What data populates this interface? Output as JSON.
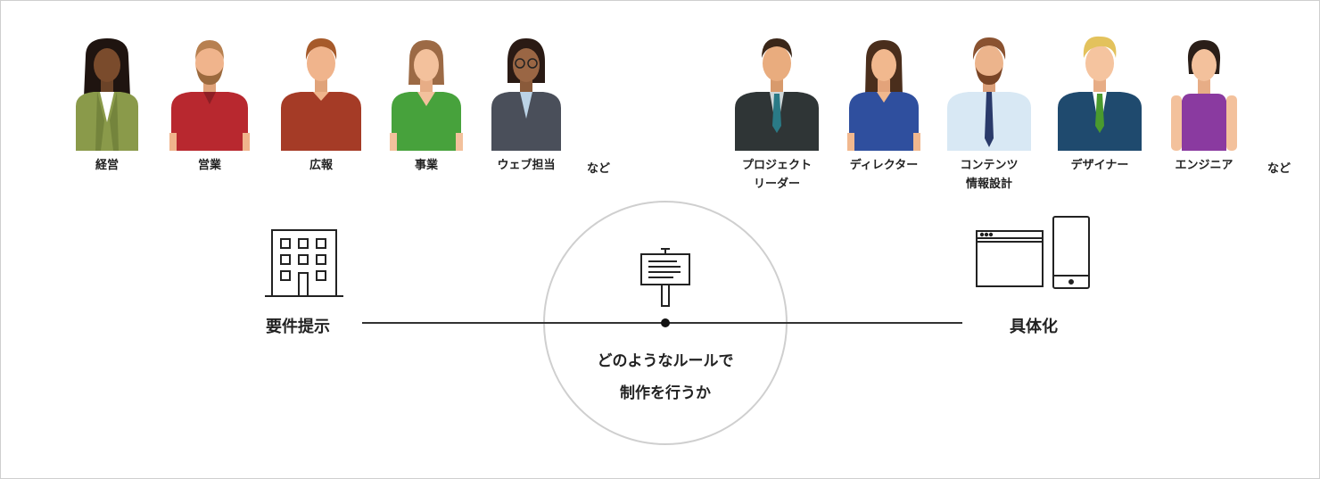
{
  "left_group": {
    "roles": [
      {
        "label": "経営",
        "icon": "woman-executive-icon"
      },
      {
        "label": "営業",
        "icon": "bearded-man-red-shirt-icon"
      },
      {
        "label": "広報",
        "icon": "man-red-shirt-icon"
      },
      {
        "label": "事業",
        "icon": "woman-green-shirt-icon"
      },
      {
        "label": "ウェブ担当",
        "icon": "woman-glasses-suit-icon"
      }
    ],
    "etc": "など"
  },
  "right_group": {
    "roles": [
      {
        "label": "プロジェクト\nリーダー",
        "icon": "man-suit-tie-icon"
      },
      {
        "label": "ディレクター",
        "icon": "woman-blue-shirt-icon"
      },
      {
        "label": "コンテンツ\n情報設計",
        "icon": "bearded-man-tie-icon"
      },
      {
        "label": "デザイナー",
        "icon": "blond-man-suit-icon"
      },
      {
        "label": "エンジニア",
        "icon": "woman-purple-top-icon"
      }
    ],
    "etc": "など"
  },
  "left_concept": {
    "label": "要件提示",
    "icon": "building-icon"
  },
  "right_concept": {
    "label": "具体化",
    "icon": "browser-and-phone-icon"
  },
  "center": {
    "line1": "どのようなルールで",
    "line2": "制作を行うか",
    "icon": "signboard-icon"
  },
  "colors": {
    "line": "#333333",
    "circle": "#cfcfcf",
    "text": "#222222"
  }
}
